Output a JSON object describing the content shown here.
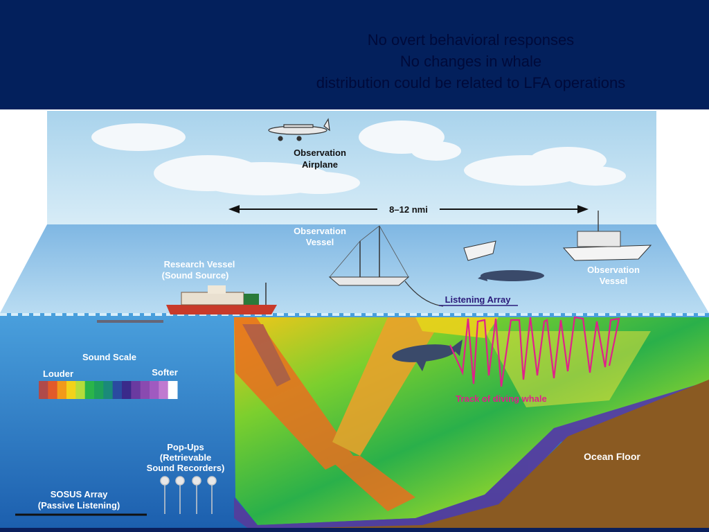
{
  "header": {
    "lines": [
      "No overt behavioral responses",
      "No changes in whale",
      "distribution could be related to LFA operations"
    ]
  },
  "labels": {
    "airplane_1": "Observation",
    "airplane_2": "Airplane",
    "distance": "8–12 nmi",
    "obs_vessel_left_1": "Observation",
    "obs_vessel_left_2": "Vessel",
    "obs_vessel_right_1": "Observation",
    "obs_vessel_right_2": "Vessel",
    "research_1": "Research Vessel",
    "research_2": "(Sound Source)",
    "listening_array": "Listening Array",
    "sound_scale": "Sound Scale",
    "louder": "Louder",
    "softer": "Softer",
    "popups_1": "Pop-Ups",
    "popups_2": "(Retrievable",
    "popups_3": "Sound Recorders)",
    "sosus_1": "SOSUS Array",
    "sosus_2": "(Passive Listening)",
    "track": "Track of diving whale",
    "ocean_floor": "Ocean Floor"
  },
  "colors": {
    "header_bg": "#03205c",
    "sky": "#b9dcef",
    "water": "#3e8fd0",
    "floor": "#8a5a22",
    "track": "#e0208a",
    "scale": [
      "#b04a4a",
      "#e25a2a",
      "#f29a1a",
      "#f2d21a",
      "#b6dc3a",
      "#2ab44a",
      "#1ea05a",
      "#1a8a7a",
      "#2a4aa0",
      "#3a2a8a",
      "#6a3aa0",
      "#8a4ab0",
      "#a05ac0",
      "#c07ad0",
      "#ffffff"
    ]
  }
}
